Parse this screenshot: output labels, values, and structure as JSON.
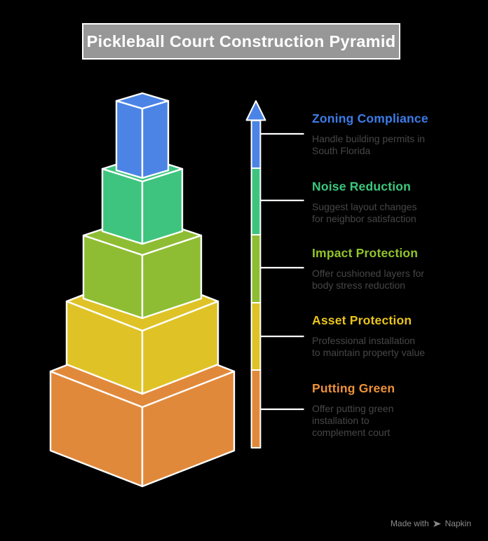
{
  "title": "Pickleball Court Construction Pyramid",
  "levels": [
    {
      "name": "Zoning Compliance",
      "description": "Handle building permits in\nSouth Florida",
      "color": "#4C84E6",
      "heading_color": "#3D7CE8"
    },
    {
      "name": "Noise Reduction",
      "description": "Suggest layout changes\nfor neighbor satisfaction",
      "color": "#3EC47E",
      "heading_color": "#3BC97E"
    },
    {
      "name": "Impact Protection",
      "description": "Offer cushioned layers for\nbody stress reduction",
      "color": "#8EBD33",
      "heading_color": "#92C42A"
    },
    {
      "name": "Asset Protection",
      "description": "Professional installation\nto maintain property value",
      "color": "#DFC326",
      "heading_color": "#EAC41C"
    },
    {
      "name": "Putting Green",
      "description": "Offer putting green\ninstallation to\ncomplement court",
      "color": "#E1893B",
      "heading_color": "#EE9239"
    }
  ],
  "title_box": {
    "fill": "#979797",
    "text_color": "#ffffff"
  },
  "colors": {
    "background": "#000000",
    "outline": "#ffffff",
    "description_text": "#474747",
    "credit_text": "#8B8B8B"
  },
  "footer": {
    "made_with": "Made with",
    "brand": "Napkin"
  }
}
